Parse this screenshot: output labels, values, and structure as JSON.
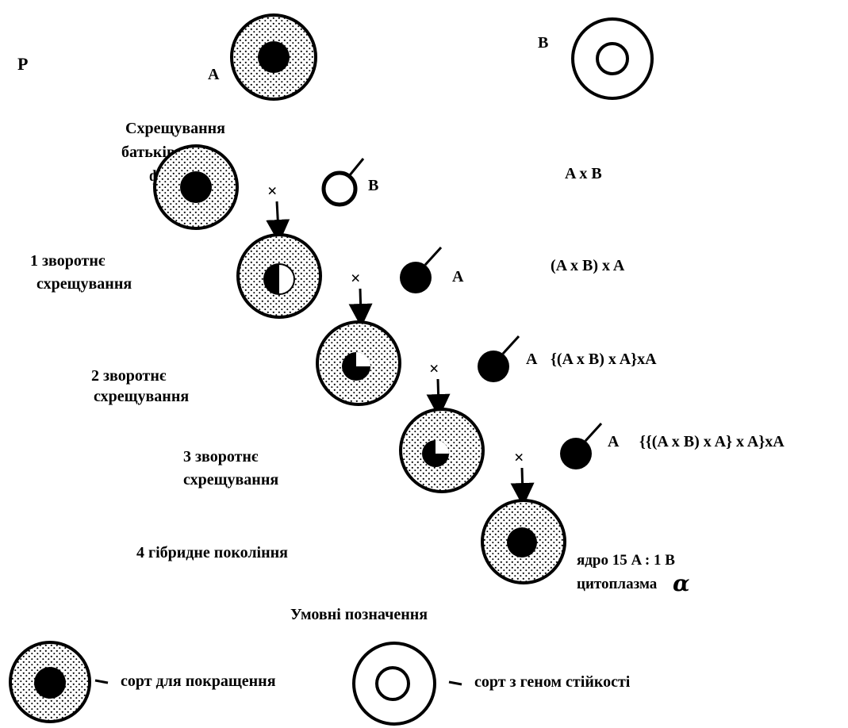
{
  "labels": {
    "p": "P",
    "parent_a": "A",
    "parent_b": "B",
    "cross_title": [
      "Схрещування",
      "батьківських",
      "форм"
    ],
    "cross_b": "B",
    "cross_formula": "A x B",
    "bc1_title": [
      "1 зворотнє",
      "схрещування"
    ],
    "bc1_a": "A",
    "bc1_formula": "(A x B) x A",
    "bc2_title": [
      "2 зворотнє",
      "схрещування"
    ],
    "bc2_a": "A",
    "bc2_formula": "{(A x B) x A}xA",
    "bc3_title": [
      "3 зворотнє",
      "схрещування"
    ],
    "bc3_a": "A",
    "bc3_formula": "{{(A x B) x A} x A}xA",
    "gen4_title": "4 гібридне покоління",
    "nucleus_ratio": "ядро 15 A : 1 B",
    "cytoplasm": "цитоплазма",
    "cytoplasm_symbol": "α",
    "cross_symbol": "×",
    "legend_title": "Умовні позначення",
    "legend_improve": "сорт для покращення",
    "legend_resistance": "сорт з геном стійкості"
  },
  "colors": {
    "ink": "#000000",
    "background": "#ffffff"
  }
}
